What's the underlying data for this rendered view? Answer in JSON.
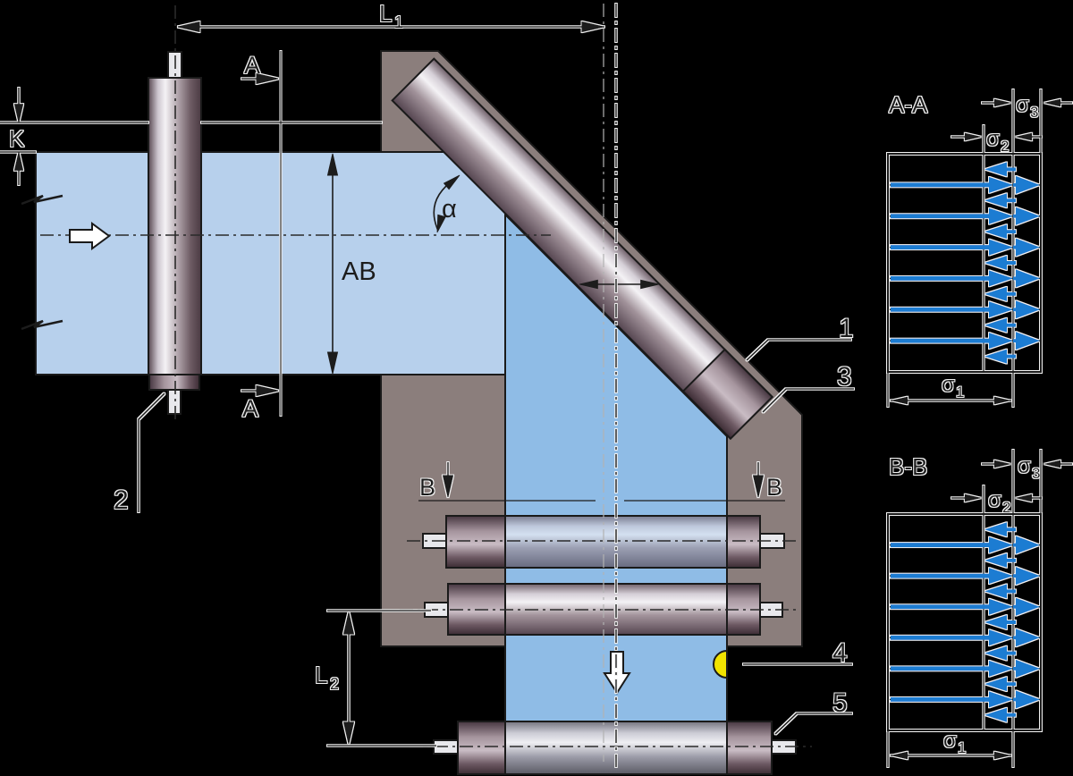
{
  "labels": {
    "L1": {
      "base": "L",
      "sub": "1"
    },
    "L2": {
      "base": "L",
      "sub": "2"
    },
    "K": "K",
    "AB": "AB",
    "alpha": "α",
    "A_top": "A",
    "A_bottom": "A",
    "B_left": "B",
    "B_right": "B",
    "part1": "1",
    "part2": "2",
    "part3": "3",
    "part4": "4",
    "part5": "5"
  },
  "sections": {
    "AA": {
      "title": "A-A",
      "sigma1": {
        "base": "σ",
        "sub": "1"
      },
      "sigma2": {
        "base": "σ",
        "sub": "2"
      },
      "sigma3": {
        "base": "σ",
        "sub": "3"
      }
    },
    "BB": {
      "title": "B-B",
      "sigma1": {
        "base": "σ",
        "sub": "1"
      },
      "sigma2": {
        "base": "σ",
        "sub": "2"
      },
      "sigma3": {
        "base": "σ",
        "sub": "3"
      }
    }
  },
  "colors": {
    "background": "#000000",
    "housing": "#8b7e7c",
    "duct_light": "#b7d0ec",
    "duct_dark": "#8fbce6",
    "flow_arrow_blue": "#1a7cd2",
    "marker_yellow": "#f2e300",
    "line": "#1c1c1c",
    "white_arrow": "#ffffff"
  }
}
